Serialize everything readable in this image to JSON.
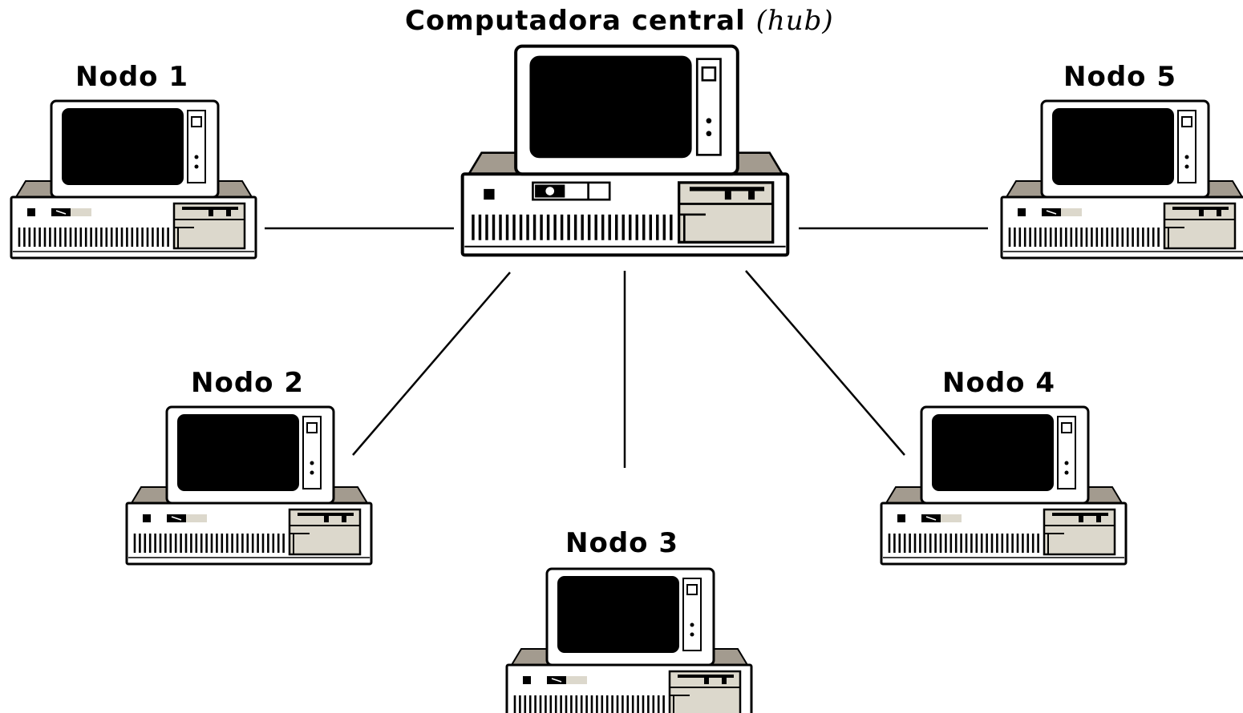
{
  "hub": {
    "label": "Computadora central",
    "label_italic": "(hub)"
  },
  "nodes": [
    {
      "id": "node-1",
      "label": "Nodo 1"
    },
    {
      "id": "node-2",
      "label": "Nodo 2"
    },
    {
      "id": "node-3",
      "label": "Nodo 3"
    },
    {
      "id": "node-4",
      "label": "Nodo 4"
    },
    {
      "id": "node-5",
      "label": "Nodo 5"
    }
  ],
  "colors": {
    "case_top": "#a39b8f",
    "drive_panel": "#dcd8cc",
    "screen": "#000000",
    "outline": "#000000",
    "background": "#ffffff"
  }
}
